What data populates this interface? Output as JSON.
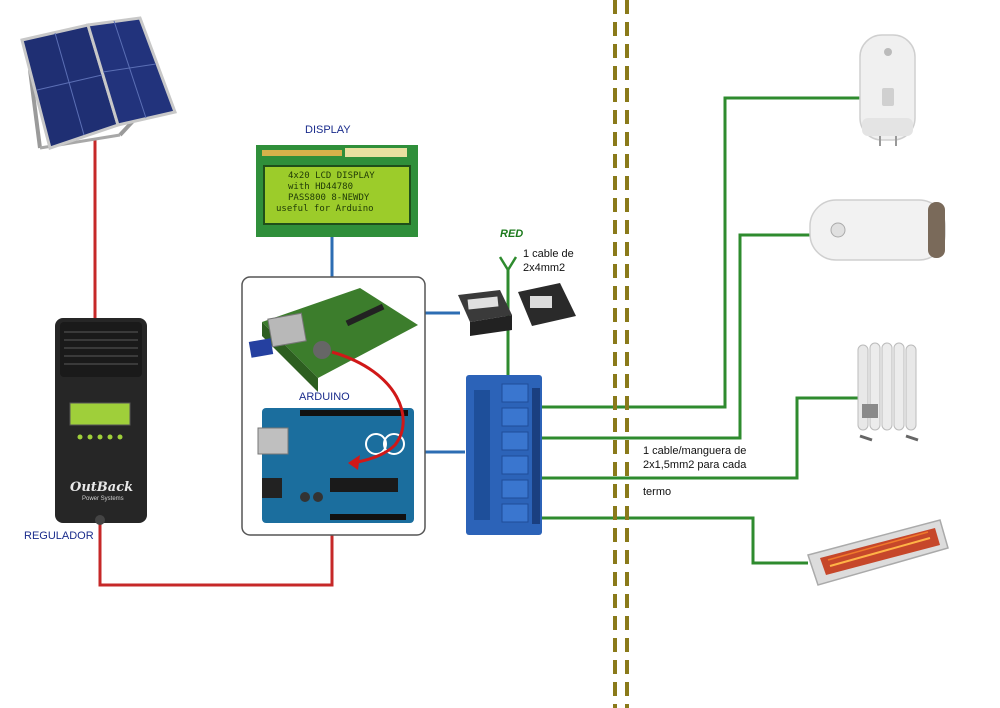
{
  "labels": {
    "display": "DISPLAY",
    "arduino": "ARDUINO",
    "regulador": "REGULADOR",
    "red": "RED",
    "cable_red_1": "1 cable de",
    "cable_red_2": "2x4mm2",
    "cable_termo_1": "1 cable/manguera de",
    "cable_termo_2": "2x1,5mm2 para cada",
    "cable_termo_3": "termo"
  },
  "lcd_lines": [
    "4x20 LCD DISPLAY",
    "with HD44780",
    "PASS800 8-NEWDY",
    "useful for Arduino"
  ],
  "regulator_brand": "OutBack",
  "regulator_brand_sub": "Power Systems",
  "colors": {
    "power_line": "#c62828",
    "signal_line": "#2d6db3",
    "load_line": "#2e8b2e",
    "divider": "#8a7a1a",
    "relay_board": "#2c63b8",
    "lcd_screen": "#9ccc2a"
  }
}
